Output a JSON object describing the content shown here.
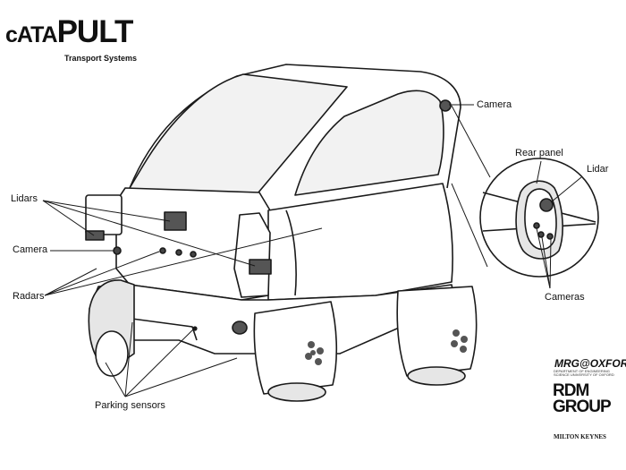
{
  "brand": {
    "name_part1": "cATA",
    "name_part2": "PULT",
    "subtitle": "Transport Systems"
  },
  "labels": {
    "camera_top": "Camera",
    "rear_panel": "Rear panel",
    "lidar": "Lidar",
    "cameras": "Cameras",
    "lidars": "Lidars",
    "camera_left": "Camera",
    "radars": "Radars",
    "parking_sensors": "Parking sensors"
  },
  "logos": {
    "mrg": "MRG@OXFORD",
    "mrg_small": "DEPARTMENT OF ENGINEERING SCIENCE UNIVERSITY OF OXFORD",
    "rdm_line1": "RDM",
    "rdm_line2": "GROUP",
    "milton_keynes": "MILTON KEYNES"
  },
  "colors": {
    "line": "#1a1a1a",
    "fill": "#ffffff",
    "shade": "#e6e6e6",
    "dark": "#555555"
  }
}
